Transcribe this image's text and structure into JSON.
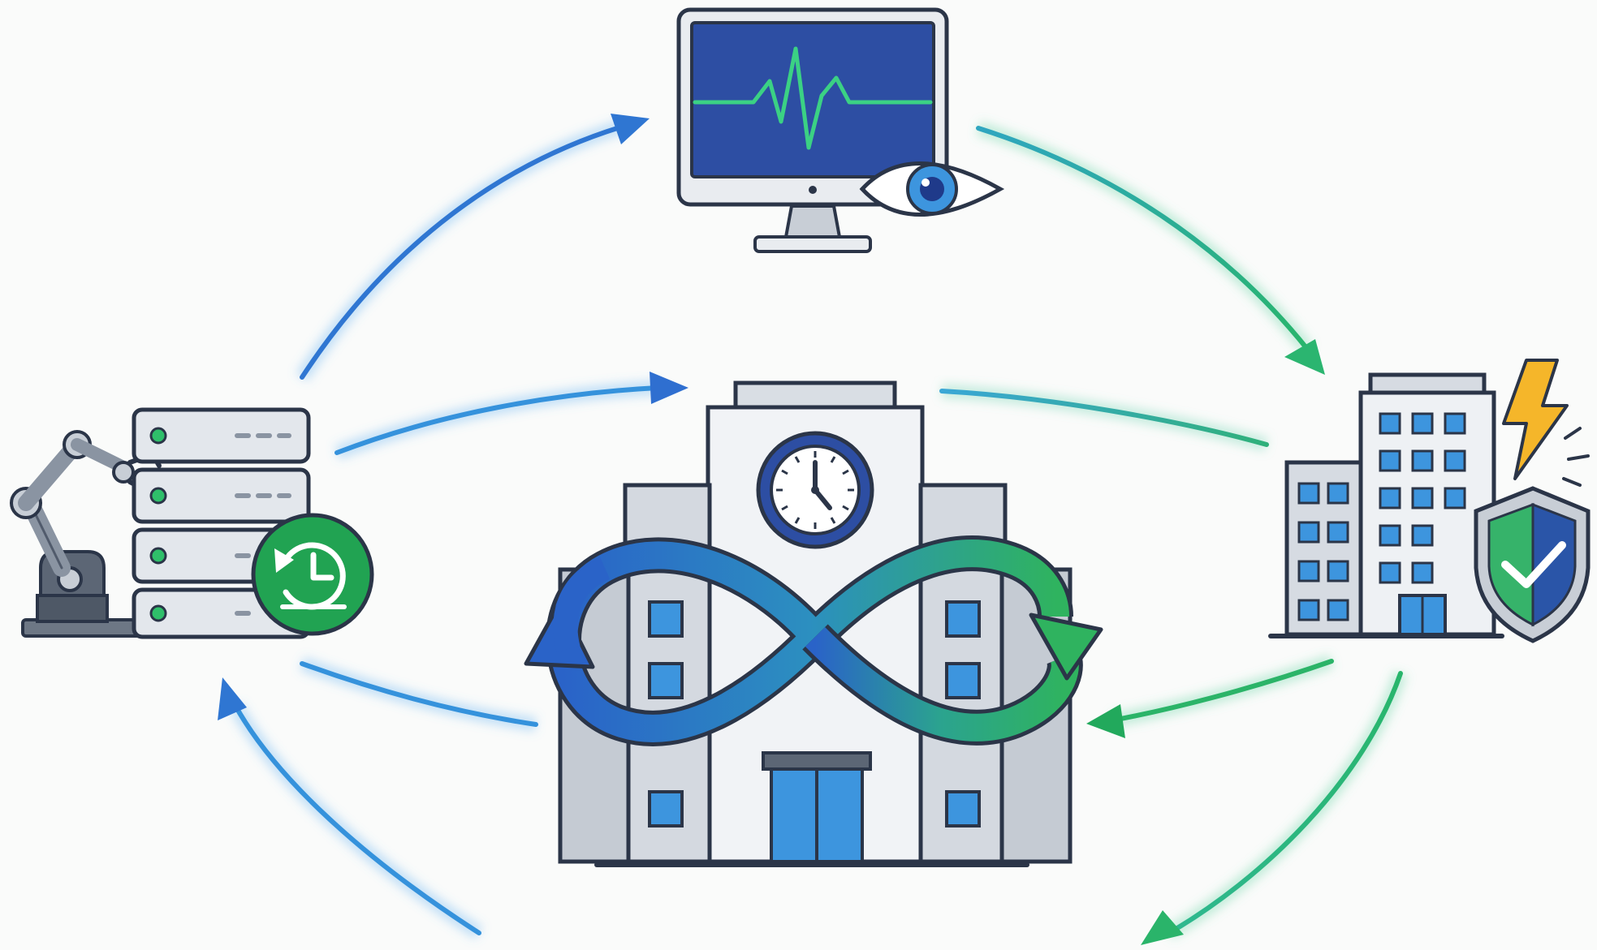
{
  "colors": {
    "background": "#fafbfa",
    "blue_primary": "#2f6fd0",
    "blue_light": "#45a4e8",
    "green_primary": "#28b56b",
    "teal": "#2fa6a0",
    "navy_outline": "#2b3548",
    "screen_blue": "#2d4ea3",
    "pulse_green": "#3bd184",
    "grey_light": "#e8ebef",
    "grey_mid": "#c8ced6",
    "grey_dark": "#6d7785",
    "window_blue": "#3d95de",
    "shield_blue": "#2a55a8",
    "shield_green": "#36b36a",
    "bolt_yellow": "#f5b62a",
    "badge_green": "#21a352"
  },
  "nodes": [
    {
      "id": "monitoring",
      "icons": [
        "monitor-icon",
        "heartbeat-icon",
        "eye-icon"
      ]
    },
    {
      "id": "security",
      "icons": [
        "office-building-icon",
        "lightning-bolt-icon",
        "shield-check-icon"
      ]
    },
    {
      "id": "backup",
      "icons": [
        "server-rack-icon",
        "robot-arm-icon",
        "history-clock-icon"
      ]
    },
    {
      "id": "continuity",
      "icons": [
        "hq-building-icon",
        "wall-clock-icon",
        "infinity-loop-icon"
      ]
    }
  ],
  "arrows": [
    {
      "from": "backup",
      "to": "monitoring",
      "color": "blue"
    },
    {
      "from": "monitoring",
      "to": "security",
      "color": "teal-green"
    },
    {
      "from": "security",
      "to": "continuity",
      "color": "green"
    },
    {
      "from": "security",
      "to": "backup",
      "color": "green-to-blue"
    },
    {
      "from": "backup",
      "to": "continuity",
      "color": "blue"
    },
    {
      "from": "continuity",
      "to": "security",
      "color": "teal"
    },
    {
      "from": "continuity",
      "to": "backup",
      "color": "blue"
    }
  ]
}
